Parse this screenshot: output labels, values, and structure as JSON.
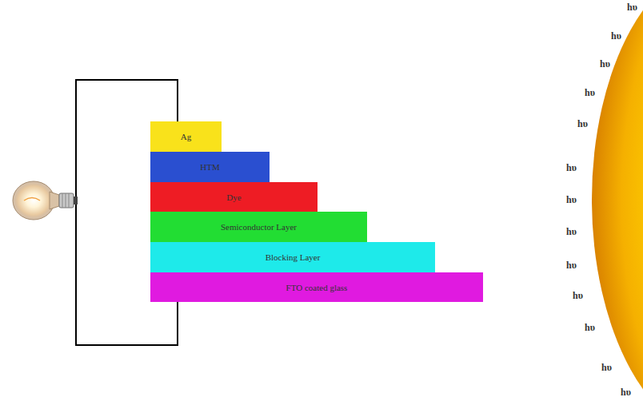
{
  "diagram": {
    "nodes": [
      {
        "text": [
          "Ag"
        ]
      },
      {
        "text": [
          "HTM"
        ]
      },
      {
        "text": [
          "Dye"
        ]
      },
      {
        "text": [
          "Semiconductor Layer"
        ]
      },
      {
        "text": [
          "Blocking Layer"
        ]
      },
      {
        "text": [
          "FTO coated glass"
        ]
      }
    ],
    "edges": [
      {
        "from": 0,
        "to": 5,
        "arrow": "none"
      }
    ],
    "labels": [
      "hυ",
      "hυ",
      "hυ",
      "hυ",
      "hυ",
      "hυ",
      "hυ",
      "hυ",
      "hυ",
      "hυ",
      "hυ",
      "hυ",
      "hυ"
    ]
  }
}
